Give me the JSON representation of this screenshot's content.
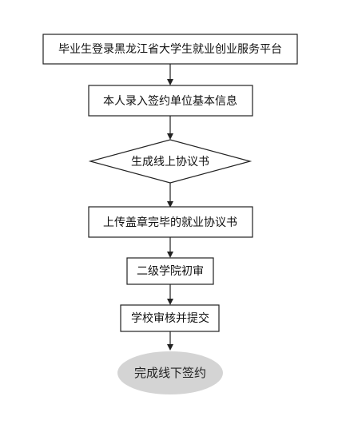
{
  "steps": [
    {
      "label": "毕业生登录黑龙江省大学生就业创业服务平台"
    },
    {
      "label": "本人录入签约单位基本信息"
    },
    {
      "label": "生成线上协议书"
    },
    {
      "label": "上传盖章完毕的就业协议书"
    },
    {
      "label": "二级学院初审"
    },
    {
      "label": "学校审核并提交"
    },
    {
      "label": "完成线下签约"
    }
  ],
  "colors": {
    "stroke": "#222222",
    "final_fill": "#d4d4d4"
  }
}
